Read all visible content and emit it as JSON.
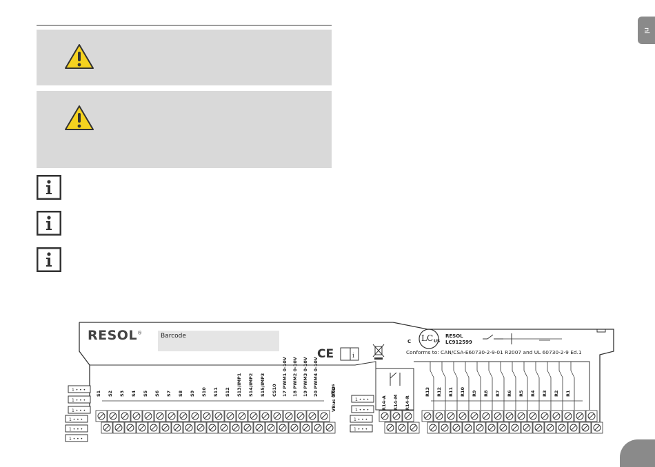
{
  "sidebar": {
    "language_tab": "nl"
  },
  "device": {
    "brand": "RESOL",
    "brand_mark": "®",
    "barcode_label": "Barcode",
    "ul_brand": "RESOL",
    "model": "LC912599",
    "conformity_text": "Conforms to: CAN/CSA-E60730-2-9-01  R2007  and UL 60730-2-9  Ed.1",
    "ce_mark": "CE",
    "cert_c": "C",
    "cert_lc": "LC",
    "cert_us": "US",
    "sensor_terminals": [
      "S1",
      "S2",
      "S3",
      "S4",
      "S5",
      "S6",
      "S7",
      "S8",
      "S9",
      "S10",
      "S11",
      "S12",
      "S13/IMP1",
      "S14/IMP2",
      "S15/IMP3",
      "CS10",
      "17 PWM1 0-10V",
      "18 PWM2 0-10V",
      "19 PWM3 0-10V",
      "20 PWM4 0-10V",
      "VBus"
    ],
    "vbus_gnd_label": "VBus GND",
    "r14_terminals": [
      "R14-A",
      "R14-M",
      "R14-R"
    ],
    "relay_terminals": [
      "R13",
      "R12",
      "R11",
      "R10",
      "R9",
      "R8",
      "R7",
      "R6",
      "R5",
      "R4",
      "R3",
      "R2",
      "R1"
    ],
    "connector_label": "1 • • •"
  },
  "colors": {
    "warning_bg": "#d9d9d9",
    "warning_yellow": "#f5d21f",
    "icon_dark": "#333333",
    "tab_gray": "#8a8a8a"
  },
  "icons": {
    "warning": "warning-triangle-icon",
    "info": "info-icon"
  }
}
